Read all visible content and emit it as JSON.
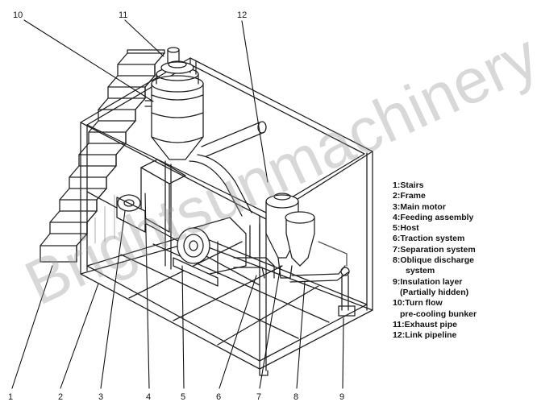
{
  "callouts": [
    "10",
    "11",
    "12",
    "1",
    "2",
    "3",
    "4",
    "5",
    "6",
    "7",
    "8",
    "9"
  ],
  "legend": [
    {
      "num": "1",
      "label": "Stairs"
    },
    {
      "num": "2",
      "label": "Frame"
    },
    {
      "num": "3",
      "label": "Main motor"
    },
    {
      "num": "4",
      "label": "Feeding assembly"
    },
    {
      "num": "5",
      "label": "Host"
    },
    {
      "num": "6",
      "label": "Traction system"
    },
    {
      "num": "7",
      "label": "Separation system"
    },
    {
      "num": "8",
      "label": "Oblique discharge",
      "cont": "system"
    },
    {
      "num": "9",
      "label": "Insulation layer",
      "cont": "(Partially hidden)"
    },
    {
      "num": "10",
      "label": "Turn flow",
      "cont": "pre-cooling bunker"
    },
    {
      "num": "11",
      "label": "Exhaust pipe"
    },
    {
      "num": "12",
      "label": "Link pipeline"
    }
  ],
  "watermark": "Brightsunmachinery"
}
